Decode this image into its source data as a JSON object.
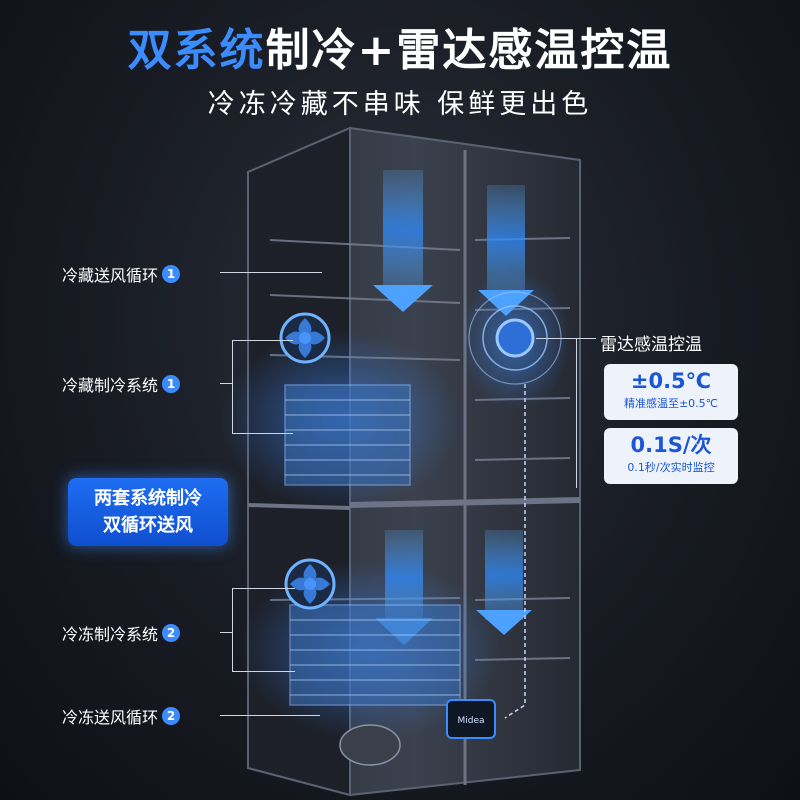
{
  "title": {
    "part_blue": "双系统",
    "part_white": "制冷+雷达感温控温"
  },
  "subtitle": "冷冻冷藏不串味  保鲜更出色",
  "labels": {
    "fridge_air": {
      "text": "冷藏送风循环",
      "num": "1"
    },
    "fridge_cooling": {
      "text": "冷藏制冷系统",
      "num": "1"
    },
    "freezer_cooling": {
      "text": "冷冻制冷系统",
      "num": "2"
    },
    "freezer_air": {
      "text": "冷冻送风循环",
      "num": "2"
    }
  },
  "callout": {
    "line1": "两套系统制冷",
    "line2": "双循环送风"
  },
  "radar": {
    "label": "雷达感温控温",
    "stats": [
      {
        "big": "±0.5℃",
        "small": "精准感温至±0.5℃"
      },
      {
        "big": "0.1S/次",
        "small": "0.1秒/次实时监控"
      }
    ]
  },
  "brand": "Midea",
  "colors": {
    "accent": "#3a8cff",
    "background": "#13151c",
    "callout": "#1f6df2"
  }
}
